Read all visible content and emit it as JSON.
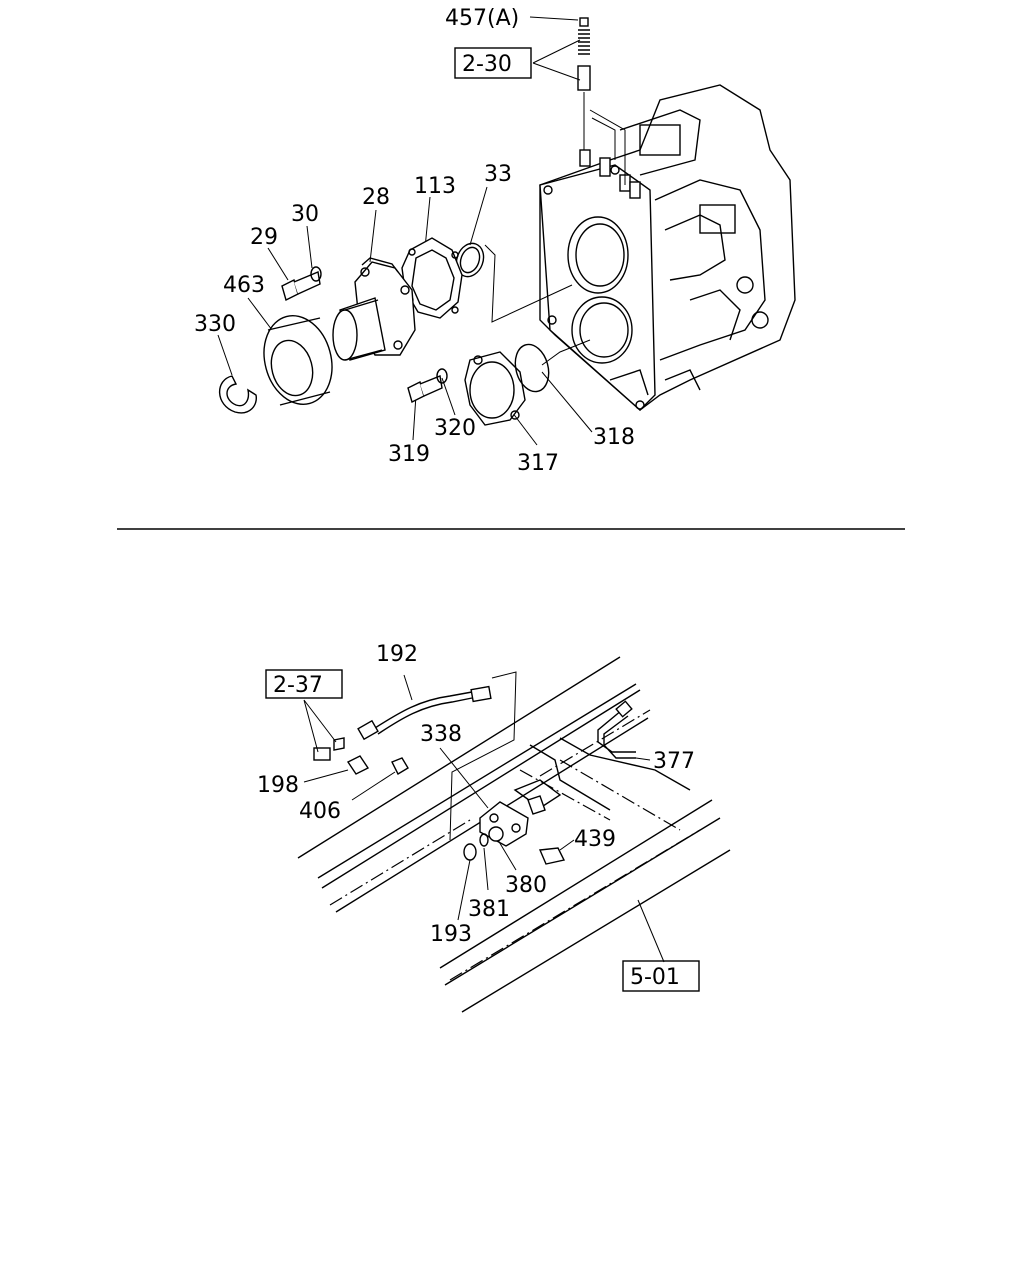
{
  "upper_diagram": {
    "callouts": {
      "c457a": "457(A)",
      "ref_2_30": "2-30",
      "c33": "33",
      "c113": "113",
      "c28": "28",
      "c30": "30",
      "c29": "29",
      "c463": "463",
      "c330": "330",
      "c319": "319",
      "c320": "320",
      "c317": "317",
      "c318": "318"
    }
  },
  "lower_diagram": {
    "callouts": {
      "c192": "192",
      "ref_2_37": "2-37",
      "c198": "198",
      "c406": "406",
      "c338": "338",
      "c377": "377",
      "c439": "439",
      "c380": "380",
      "c381": "381",
      "c193": "193",
      "ref_5_01": "5-01"
    }
  }
}
